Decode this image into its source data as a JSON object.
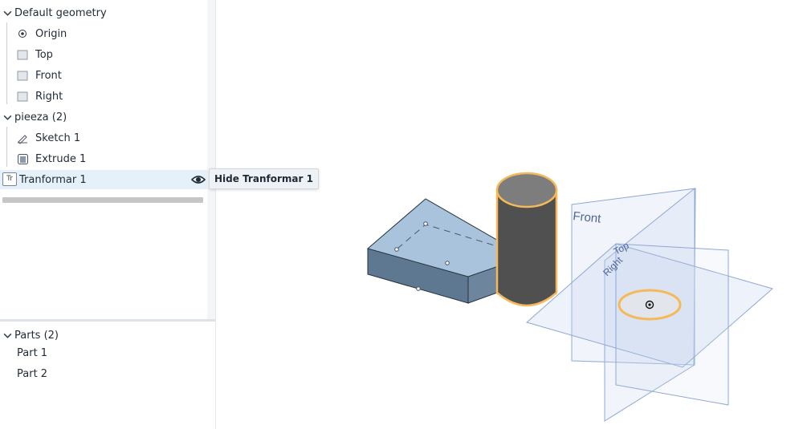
{
  "feature_tree": {
    "default_geometry": {
      "label": "Default geometry",
      "items": [
        {
          "label": "Origin",
          "icon": "origin-icon"
        },
        {
          "label": "Top",
          "icon": "plane-icon"
        },
        {
          "label": "Front",
          "icon": "plane-icon"
        },
        {
          "label": "Right",
          "icon": "plane-icon"
        }
      ]
    },
    "part_studio": {
      "label": "pieeza (2)",
      "items": [
        {
          "label": "Sketch 1",
          "icon": "sketch-icon"
        },
        {
          "label": "Extrude 1",
          "icon": "extrude-icon"
        }
      ]
    },
    "selected_feature": {
      "badge": "Tr",
      "label": "Tranformar 1",
      "tooltip": "Hide Tranformar 1"
    }
  },
  "parts_list": {
    "label": "Parts (2)",
    "items": [
      "Part 1",
      "Part 2"
    ]
  },
  "viewport": {
    "plane_labels": {
      "front": "Front",
      "top": "Top",
      "right": "Right"
    }
  },
  "colors": {
    "selection": "#e6f0fb",
    "highlight": "#f5b95a",
    "plane": "#8fa8d6",
    "box_top": "#a9c3dc",
    "box_side": "#5f7891"
  }
}
